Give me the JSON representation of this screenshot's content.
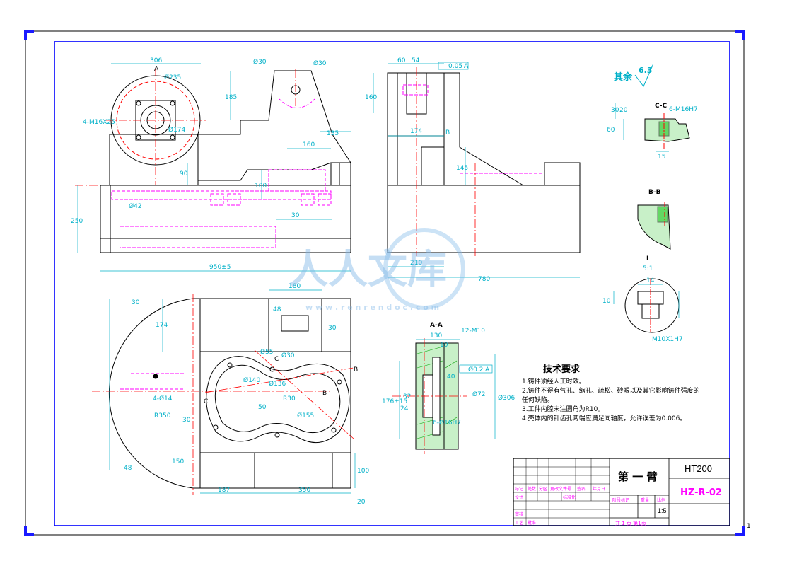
{
  "drawing": {
    "sheet_number": "1",
    "roughness_note": "其余",
    "roughness_value": "6.3",
    "sections": {
      "cc": "C-C",
      "bb": "B-B",
      "aa": "A-A",
      "i": "I",
      "aa_marker": "A",
      "bb_marker": "B",
      "cc_marker": "C",
      "i_scale": "5:1"
    },
    "tech_req": {
      "title": "技术要求",
      "items": [
        "1.铸件须经人工时效。",
        "2.铸件不得有气孔、缩孔、疏松、砂眼以及其它影响铸件强度的",
        "   任何缺陷。",
        "3.工件内腔未注圆角为R10。",
        "4.壳体内的针齿孔两端应满足同轴度，允许误差为0.006。"
      ]
    },
    "dims_front": [
      "306",
      "Ø235",
      "Ø174",
      "4-M16X25",
      "Ø30",
      "Ø30",
      "185",
      "135",
      "160",
      "90",
      "100",
      "Ø42",
      "30",
      "250",
      "950±5",
      "A"
    ],
    "dims_side": [
      "60",
      "54",
      "0.05",
      "A",
      "160",
      "174",
      "145",
      "210",
      "780",
      "B"
    ],
    "dims_top": [
      "180",
      "30",
      "174",
      "48",
      "30",
      "Ø136",
      "R350",
      "4-Ø14",
      "30",
      "150",
      "48",
      "187",
      "350",
      "100",
      "20",
      "Ø155",
      "Ø140",
      "R30",
      "50",
      "Ø55",
      "Ø30",
      "C",
      "C",
      "B",
      "B"
    ],
    "dims_aa": [
      "130",
      "10",
      "12-M10",
      "Ø0.2",
      "A",
      "176±15",
      "Ø72",
      "Ø306",
      "32",
      "24",
      "40",
      "6-Ø16H7"
    ],
    "dims_cc": [
      "30",
      "20",
      "60",
      "15",
      "6-M16H7"
    ],
    "dims_i": [
      "14",
      "10",
      "M10X1H7"
    ],
    "title_block": {
      "part_name": "第 一 臂",
      "material": "HT200",
      "drawing_no": "HZ-R-02",
      "scale": "1:5",
      "sheet_info": "共 1 页   第1页",
      "headers": [
        "标记",
        "处数",
        "分区",
        "更改文件号",
        "签名",
        "年月日",
        "设计",
        "标准化",
        "阶段标记",
        "重量",
        "比例",
        "审核",
        "工艺",
        "批准"
      ]
    },
    "watermark": {
      "brand": "人人文库",
      "url": "w w w . r e n r e n d o c . c o m"
    }
  }
}
